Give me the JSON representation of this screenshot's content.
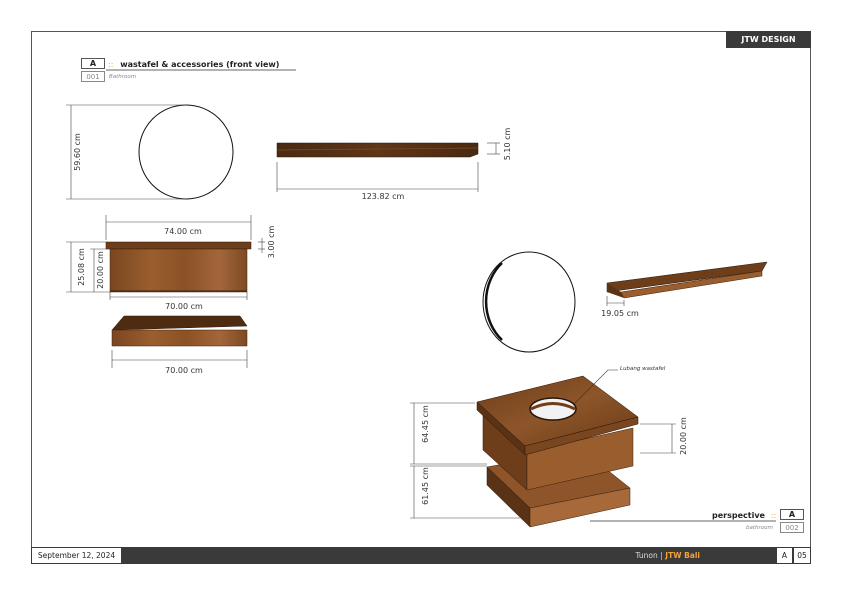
{
  "brand": "JTW DESIGN",
  "title_block_front": {
    "letter": "A",
    "separator": "::",
    "title": "wastafel & accessories (front view)",
    "number": "001",
    "subtitle": "Bathroom"
  },
  "title_block_perspective": {
    "letter": "A",
    "separator": "::",
    "title": "perspective",
    "number": "002",
    "subtitle": "bathroom"
  },
  "dimensions": {
    "mirror_height": "59.60 cm",
    "shelf_length": "123.82 cm",
    "shelf_thickness": "5.10 cm",
    "top_width": "74.00 cm",
    "top_thickness": "3.00 cm",
    "cabinet_total_height": "25.08 cm",
    "cabinet_body_height": "20.00 cm",
    "cabinet_width": "70.00 cm",
    "base_width": "70.00 cm",
    "shelf_depth": "19.05 cm",
    "persp_body_height": "20.00 cm",
    "persp_upper_height": "64.45 cm",
    "persp_lower_height": "61.45 cm"
  },
  "annotations": {
    "sink_hole": "Lubang wastafel"
  },
  "footer": {
    "date": "September 12, 2024",
    "location": "Tunon",
    "separator": "|",
    "company": "JTW Bali",
    "sheet": "A",
    "page": "05"
  },
  "colors": {
    "wood_dark": "#5a3317",
    "wood_mid": "#8a5428",
    "wood_light": "#a8693a",
    "frame": "#3a3a3a",
    "accent": "#f2a33a"
  }
}
